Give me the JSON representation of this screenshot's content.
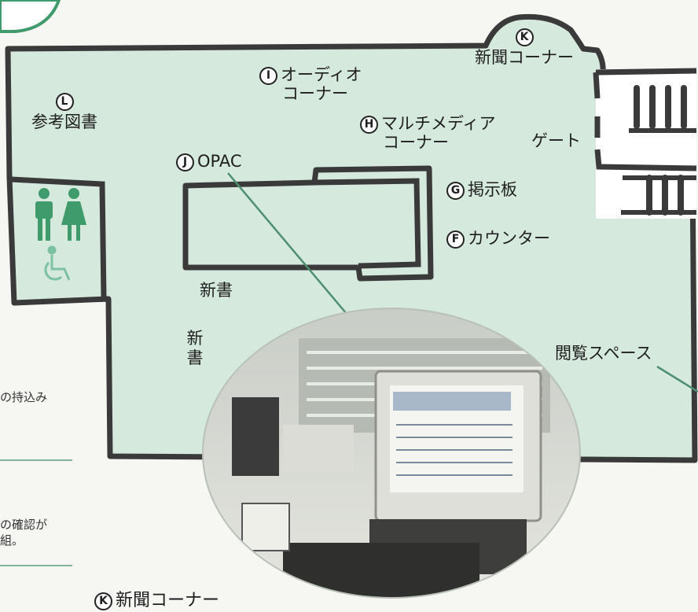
{
  "labels": {
    "L": {
      "letter": "L",
      "name": "参考図書"
    },
    "I": {
      "letter": "I",
      "line1": "オーディオ",
      "line2": "コーナー"
    },
    "K": {
      "letter": "K",
      "name": "新聞コーナー"
    },
    "H": {
      "letter": "H",
      "line1": "マルチメディア",
      "line2": "コーナー"
    },
    "gate": "ゲート",
    "J": {
      "letter": "J",
      "name": "OPAC"
    },
    "G": {
      "letter": "G",
      "name": "掲示板"
    },
    "F": {
      "letter": "F",
      "name": "カウンター"
    },
    "new_books_h": "新書",
    "new_books_v": [
      "新",
      "書"
    ],
    "reading_space": "閲覧スペース"
  },
  "side_text": {
    "line1": "の持込み",
    "line2": "の確認が",
    "line3": "組。"
  },
  "caption": {
    "letter": "K",
    "name": "新聞コーナー"
  },
  "colors": {
    "floor": "#d5e9dc",
    "wall": "#3a3a3a",
    "accent_green": "#3f9a6c",
    "leader_line": "#4d8f6f"
  }
}
